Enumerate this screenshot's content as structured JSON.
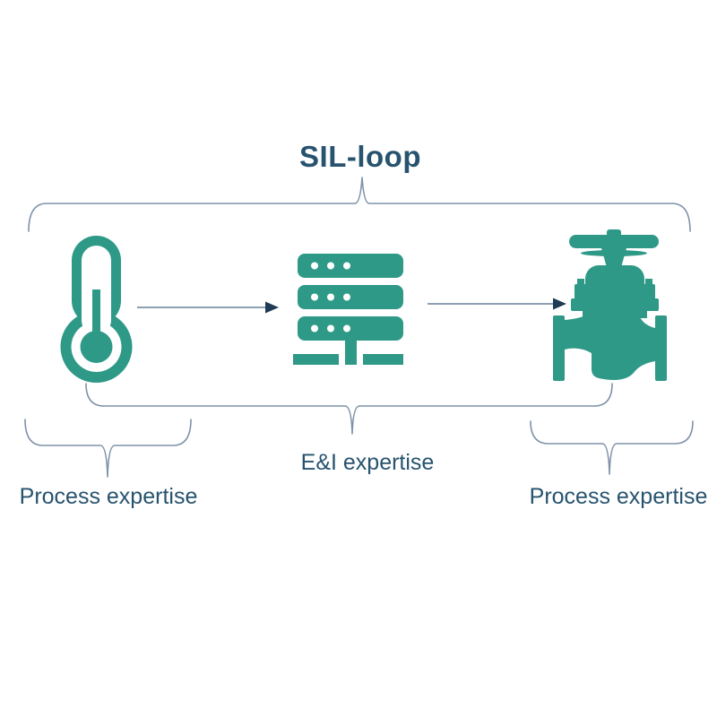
{
  "diagram": {
    "title": "SIL-loop",
    "labels": {
      "top": "SIL-loop",
      "left": "Process expertise",
      "middle": "E&I expertise",
      "right": "Process expertise"
    },
    "nodes": [
      {
        "id": "sensor",
        "icon": "thermometer-icon"
      },
      {
        "id": "logic-solver",
        "icon": "server-rack-icon"
      },
      {
        "id": "final-element",
        "icon": "globe-valve-icon"
      }
    ],
    "edges": [
      {
        "from": "sensor",
        "to": "logic-solver",
        "icon": "arrow-right-icon"
      },
      {
        "from": "logic-solver",
        "to": "final-element",
        "icon": "arrow-right-icon"
      }
    ],
    "braces": [
      {
        "id": "sil-loop-brace",
        "position": "top",
        "label": "SIL-loop"
      },
      {
        "id": "process-left-brace",
        "position": "bottom-left",
        "label": "Process expertise"
      },
      {
        "id": "ei-brace",
        "position": "bottom-middle",
        "label": "E&I expertise"
      },
      {
        "id": "process-right-brace",
        "position": "bottom-right",
        "label": "Process expertise"
      }
    ],
    "colors": {
      "icon-teal": "#2E9987",
      "text-navy": "#27536F",
      "brace-line": "#7E93A9",
      "arrow-line": "#7E93A9",
      "arrow-head": "#1F3B55"
    }
  }
}
